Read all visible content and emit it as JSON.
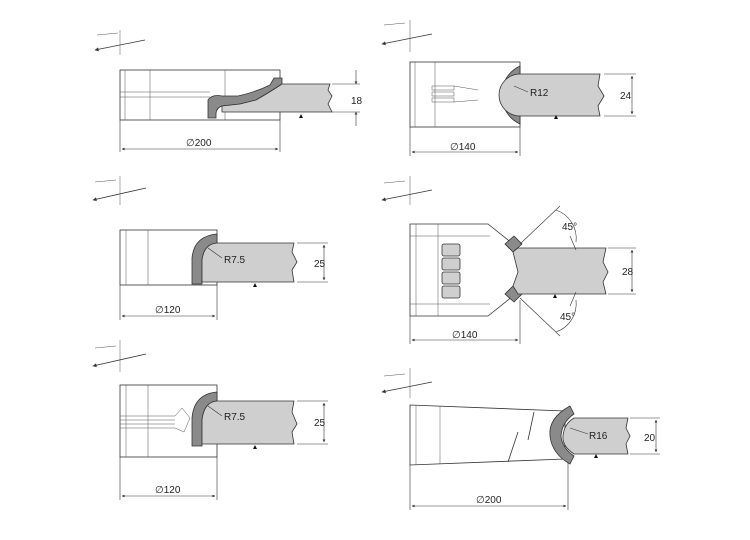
{
  "panels": [
    {
      "id": "p1",
      "dia": "∅200",
      "thick": "18",
      "radius": ""
    },
    {
      "id": "p2",
      "dia": "∅140",
      "thick": "24",
      "radius": "R12"
    },
    {
      "id": "p3",
      "dia": "∅120",
      "thick": "25",
      "radius": "R7.5"
    },
    {
      "id": "p4",
      "dia": "∅140",
      "thick": "28",
      "radius": "",
      "angle_top": "45°",
      "angle_bottom": "45°"
    },
    {
      "id": "p5",
      "dia": "∅120",
      "thick": "25",
      "radius": "R7.5"
    },
    {
      "id": "p6",
      "dia": "∅200",
      "thick": "20",
      "radius": "R16"
    }
  ],
  "colors": {
    "line": "#333333",
    "workpiece": "#cfcfcf",
    "cutter": "#8a8a8a"
  }
}
